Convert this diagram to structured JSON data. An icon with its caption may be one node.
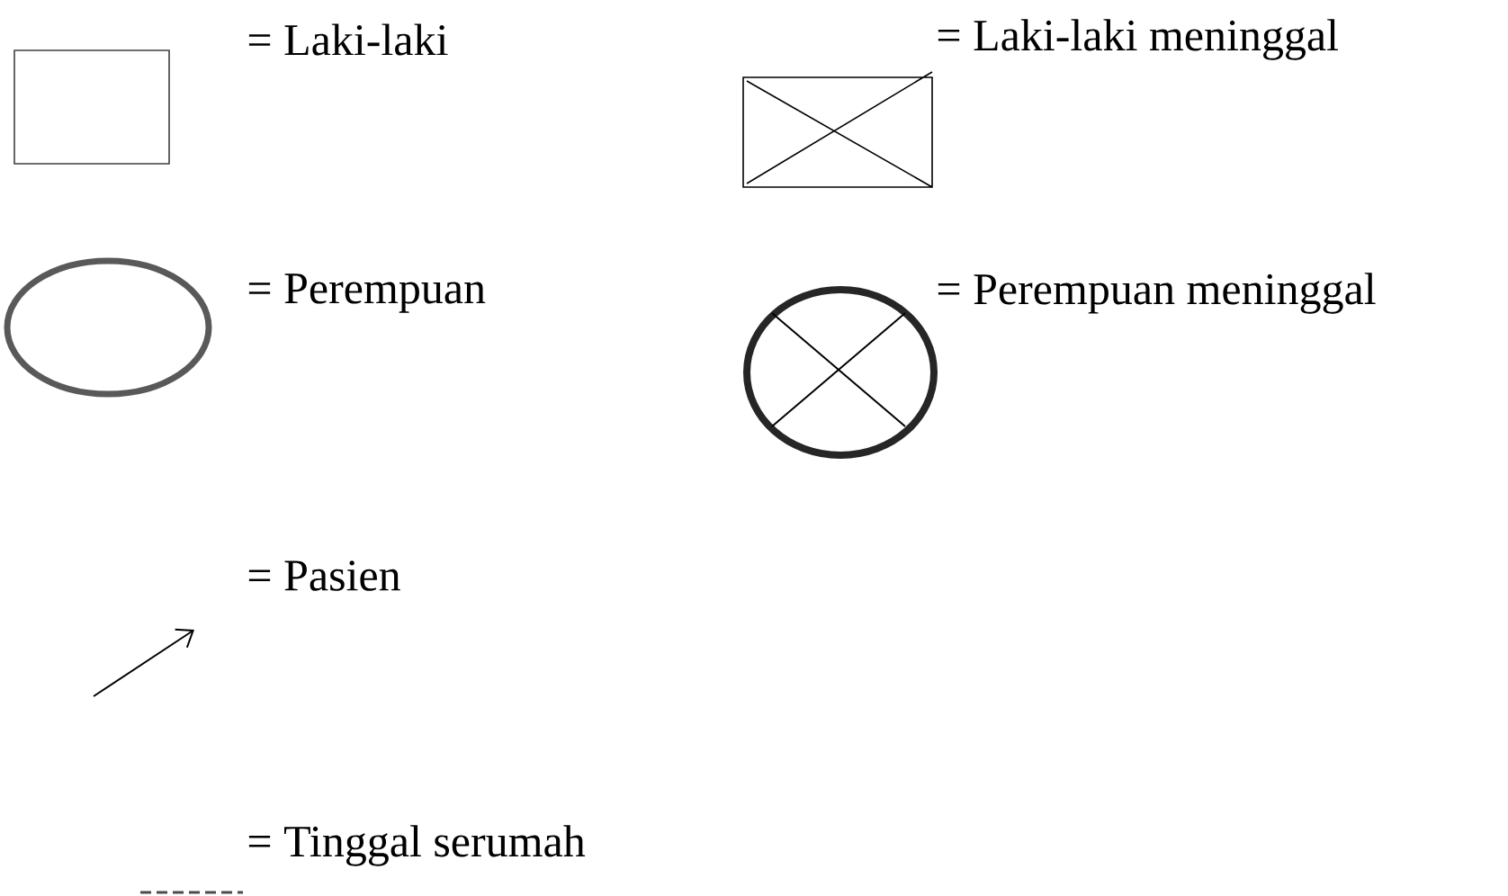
{
  "diagram": {
    "legend": [
      {
        "text": "= Laki-laki"
      },
      {
        "text": "= Laki-laki meninggal"
      },
      {
        "text": "= Perempuan"
      },
      {
        "text": "= Perempuan meninggal"
      },
      {
        "text": "= Pasien"
      },
      {
        "text": "= Tinggal serumah"
      }
    ]
  }
}
